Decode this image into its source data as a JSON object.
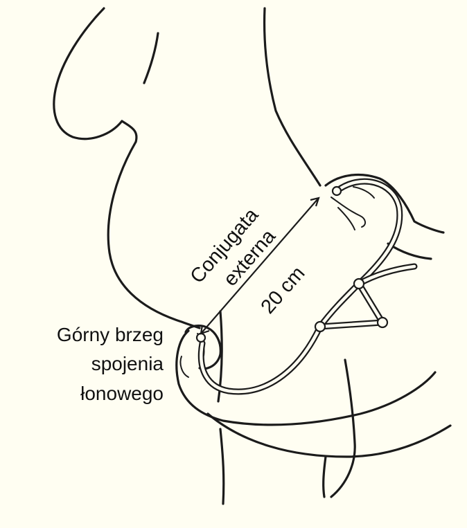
{
  "labels": {
    "conjugata_line1": "Conjugata",
    "conjugata_line2": "externa",
    "distance": "20 cm",
    "symphysis_line1": "Górny brzeg",
    "symphysis_line2": "spojenia",
    "symphysis_line3": "łonowego"
  },
  "colors": {
    "background": "#fffef2",
    "ink": "#1b1b1b"
  }
}
